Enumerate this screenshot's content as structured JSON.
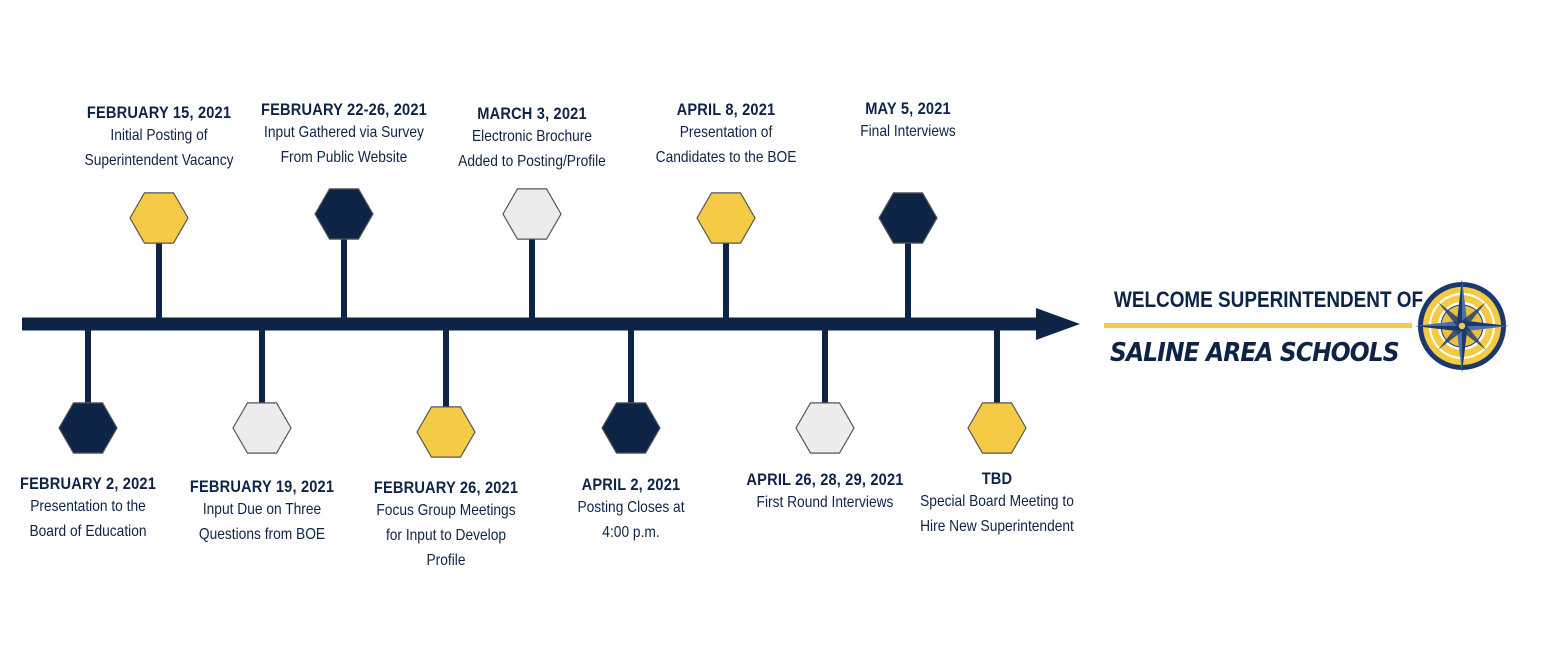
{
  "colors": {
    "navy": "#0d2447",
    "gold": "#f5cb45",
    "light_gray": "#ececec",
    "hex_border": "#555555"
  },
  "events": [
    {
      "date": "FEBRUARY 2, 2021",
      "description": "Presentation to the\nBoard of Education",
      "side": "below",
      "color": "navy"
    },
    {
      "date": "FEBRUARY 15, 2021",
      "description": "Initial Posting of\nSuperintendent Vacancy",
      "side": "above",
      "color": "gold"
    },
    {
      "date": "FEBRUARY 19, 2021",
      "description": "Input Due on Three\nQuestions from BOE",
      "side": "below",
      "color": "light_gray"
    },
    {
      "date": "FEBRUARY 22-26, 2021",
      "description": "Input Gathered via Survey\nFrom Public Website",
      "side": "above",
      "color": "navy"
    },
    {
      "date": "FEBRUARY 26, 2021",
      "description": "Focus Group Meetings\nfor Input to Develop\nProfile",
      "side": "below",
      "color": "gold"
    },
    {
      "date": "MARCH 3, 2021",
      "description": "Electronic Brochure\nAdded to Posting/Profile",
      "side": "above",
      "color": "light_gray"
    },
    {
      "date": "APRIL 2, 2021",
      "description": "Posting Closes at\n4:00 p.m.",
      "side": "below",
      "color": "navy"
    },
    {
      "date": "APRIL 8, 2021",
      "description": "Presentation of\nCandidates to the BOE",
      "side": "above",
      "color": "gold"
    },
    {
      "date": "APRIL 26, 28, 29, 2021",
      "description": "First Round Interviews",
      "side": "below",
      "color": "light_gray"
    },
    {
      "date": "MAY 5, 2021",
      "description": "Final Interviews",
      "side": "above",
      "color": "navy"
    },
    {
      "date": "TBD",
      "description": "Special Board Meeting to\nHire New Superintendent",
      "side": "below",
      "color": "gold"
    }
  ],
  "branding": {
    "welcome": "WELCOME SUPERINTENDENT OF",
    "school": "SALINE AREA SCHOOLS",
    "logo": "compass-seal-logo"
  }
}
